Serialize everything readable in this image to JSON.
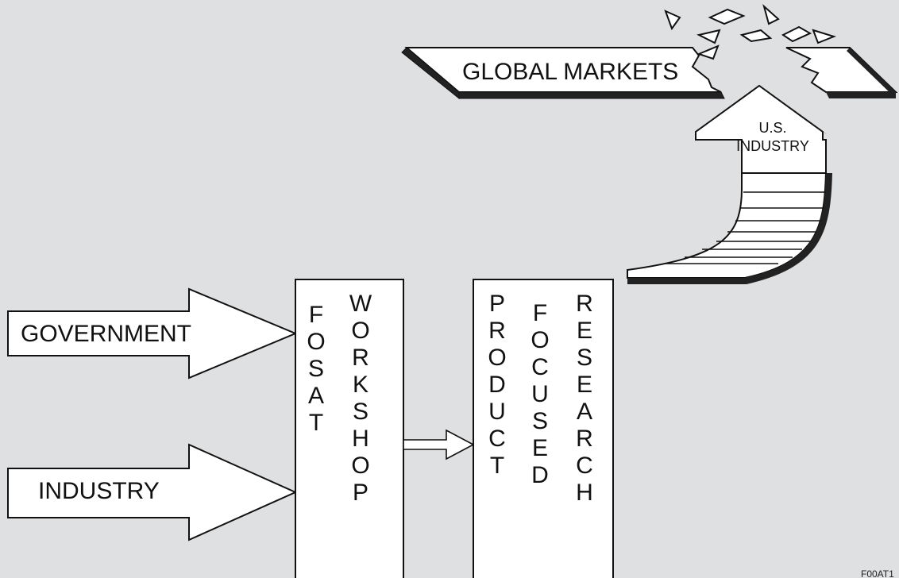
{
  "diagram": {
    "inputs": [
      {
        "label": "GOVERNMENT"
      },
      {
        "label": "INDUSTRY"
      }
    ],
    "workshop": {
      "word1": "FOSAT",
      "word2": "WORKSHOP"
    },
    "research": {
      "word1": "PRODUCT",
      "word2": "FOCUSED",
      "word3": "RESEARCH"
    },
    "industry_arrow": {
      "line1": "U.S.",
      "line2": "INDUSTRY"
    },
    "markets": {
      "label": "GLOBAL MARKETS"
    },
    "figure_id": "F00AT1"
  },
  "colors": {
    "background": "#dfe0e2",
    "ink": "#111111",
    "fill": "#ffffff"
  }
}
